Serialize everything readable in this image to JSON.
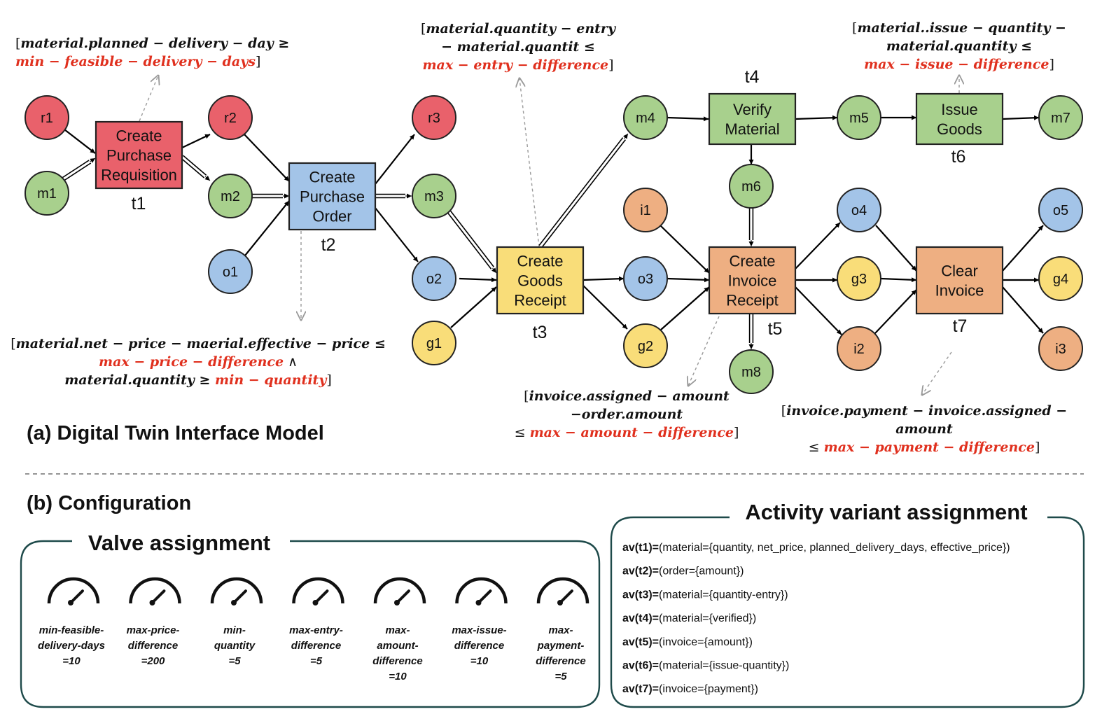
{
  "colors": {
    "red": "#e9616b",
    "green": "#a8d08d",
    "blue": "#a3c4e8",
    "yellow": "#f9dd79",
    "orange": "#eeaf82",
    "guard_red": "#e0301e",
    "box_border": "#1e4a4a"
  },
  "places": {
    "r1": "r1",
    "r2": "r2",
    "r3": "r3",
    "m1": "m1",
    "m2": "m2",
    "m3": "m3",
    "m4": "m4",
    "m5": "m5",
    "m6": "m6",
    "m7": "m7",
    "m8": "m8",
    "o1": "o1",
    "o2": "o2",
    "o3": "o3",
    "o4": "o4",
    "o5": "o5",
    "g1": "g1",
    "g2": "g2",
    "g3": "g3",
    "g4": "g4",
    "i1": "i1",
    "i2": "i2",
    "i3": "i3"
  },
  "transitions": {
    "t1": {
      "id": "t1",
      "lines": [
        "Create",
        "Purchase",
        "Requisition"
      ]
    },
    "t2": {
      "id": "t2",
      "lines": [
        "Create",
        "Purchase",
        "Order"
      ]
    },
    "t3": {
      "id": "t3",
      "lines": [
        "Create",
        "Goods",
        "Receipt"
      ]
    },
    "t4": {
      "id": "t4",
      "lines": [
        "Verify",
        "Material"
      ]
    },
    "t5": {
      "id": "t5",
      "lines": [
        "Create",
        "Invoice",
        "Receipt"
      ]
    },
    "t6": {
      "id": "t6",
      "lines": [
        "Issue",
        "Goods"
      ]
    },
    "t7": {
      "id": "t7",
      "lines": [
        "Clear",
        "Invoice"
      ]
    }
  },
  "guards": {
    "g_t1": [
      [
        {
          "t": "[",
          "s": "plain"
        },
        {
          "t": "material.planned − delivery − day ≥"
        }
      ],
      [
        {
          "t": "min − feasible − delivery − days",
          "s": "red"
        },
        {
          "t": "]",
          "s": "plain"
        }
      ]
    ],
    "g_t2": [
      [
        {
          "t": "[",
          "s": "plain"
        },
        {
          "t": "material.net − price − maerial.effective − price ≤"
        }
      ],
      [
        {
          "t": "max − price − difference",
          "s": "red"
        },
        {
          "t": " ∧",
          "s": "plain"
        }
      ],
      [
        {
          "t": "material.quantity ≥ "
        },
        {
          "t": "min − quantity",
          "s": "red"
        },
        {
          "t": "]",
          "s": "plain"
        }
      ]
    ],
    "g_t3": [
      [
        {
          "t": "[",
          "s": "plain"
        },
        {
          "t": "material.quantity − entry"
        }
      ],
      [
        {
          "t": "− material.quantit ≤"
        }
      ],
      [
        {
          "t": "max − entry − difference",
          "s": "red"
        },
        {
          "t": "]",
          "s": "plain"
        }
      ]
    ],
    "g_t5": [
      [
        {
          "t": "[",
          "s": "plain"
        },
        {
          "t": "invoice.assigned − amount"
        }
      ],
      [
        {
          "t": "−order.amount"
        }
      ],
      [
        {
          "t": "≤ ",
          "s": "plain"
        },
        {
          "t": "max − amount − difference",
          "s": "red"
        },
        {
          "t": "]",
          "s": "plain"
        }
      ]
    ],
    "g_t6": [
      [
        {
          "t": "[",
          "s": "plain"
        },
        {
          "t": "material..issue − quantity  −"
        }
      ],
      [
        {
          "t": "material.quantity ≤"
        }
      ],
      [
        {
          "t": "max − issue − difference",
          "s": "red"
        },
        {
          "t": "]",
          "s": "plain"
        }
      ]
    ],
    "g_t7": [
      [
        {
          "t": "[",
          "s": "plain"
        },
        {
          "t": "invoice.payment  − invoice.assigned −"
        }
      ],
      [
        {
          "t": "amount"
        }
      ],
      [
        {
          "t": "≤ ",
          "s": "plain"
        },
        {
          "t": "max − payment − difference",
          "s": "red"
        },
        {
          "t": "]",
          "s": "plain"
        }
      ]
    ]
  },
  "section_a_title": "(a) Digital Twin Interface Model",
  "section_b_title": "(b) Configuration",
  "valve_box_title": "Valve assignment",
  "av_box_title": "Activity variant assignment",
  "valves": [
    {
      "lines": [
        "min-feasible-",
        "delivery-days",
        "=10"
      ],
      "level": 0.7
    },
    {
      "lines": [
        "max-price-",
        "difference",
        "=200"
      ],
      "level": 0.7
    },
    {
      "lines": [
        "min-",
        "quantity",
        "=5"
      ],
      "level": 0.7
    },
    {
      "lines": [
        "max-entry-",
        "difference",
        "=5"
      ],
      "level": 0.7
    },
    {
      "lines": [
        "max-",
        "amount-",
        "difference",
        "=10"
      ],
      "level": 0.7
    },
    {
      "lines": [
        "max-issue-",
        "difference",
        "=10"
      ],
      "level": 0.7
    },
    {
      "lines": [
        "max-",
        "payment-",
        "difference",
        "=5"
      ],
      "level": 0.7
    }
  ],
  "activity_variants": [
    {
      "key": "av(t1)=",
      "value": "(material={quantity, net_price, planned_delivery_days, effective_price})"
    },
    {
      "key": "av(t2)=",
      "value": "(order={amount})"
    },
    {
      "key": "av(t3)=",
      "value": "(material={quantity-entry})"
    },
    {
      "key": "av(t4)=",
      "value": "(material={verified})"
    },
    {
      "key": "av(t5)=",
      "value": "(invoice={amount})"
    },
    {
      "key": "av(t6)=",
      "value": "(material={issue-quantity})"
    },
    {
      "key": "av(t7)=",
      "value": "(invoice={payment})"
    }
  ]
}
